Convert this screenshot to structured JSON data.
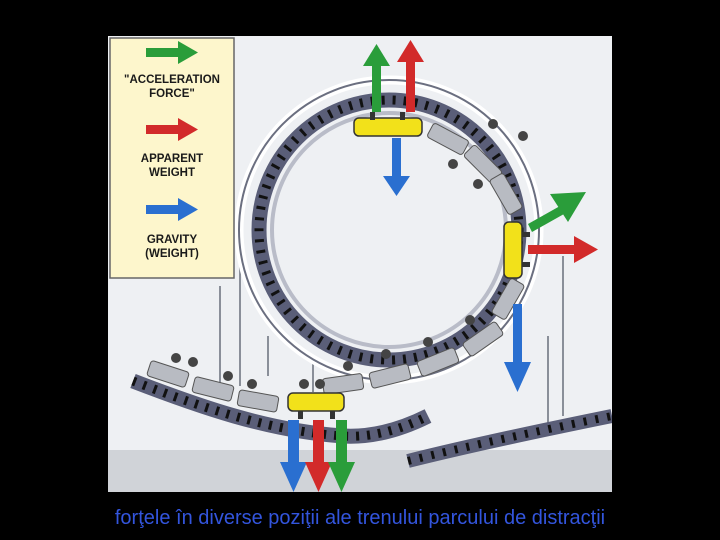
{
  "legend": {
    "acceleration_line1": "\"ACCELERATION",
    "acceleration_line2": "FORCE\"",
    "apparent_line1": "APPARENT",
    "apparent_line2": "WEIGHT",
    "gravity_line1": "GRAVITY",
    "gravity_line2": "(WEIGHT)"
  },
  "colors": {
    "acceleration": "#2a9d3a",
    "apparent_weight": "#d22a2a",
    "gravity": "#2a6fd0",
    "legend_bg": "#fdf6cc",
    "cart": "#f2e11a"
  },
  "caption": "forţele în diverse poziţii ale trenului parcului de distracţii"
}
